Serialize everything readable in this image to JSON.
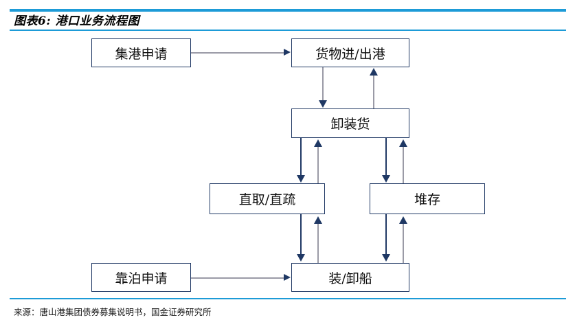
{
  "figure": {
    "title": "图表6: 港口业务流程图",
    "source": "来源：唐山港集团债券募集说明书，国金证券研究所",
    "rule_color": "#1d9bd7",
    "box_border_color": "#1F3864",
    "arrow_head_color": "#1F3864",
    "arrow_shaft_color": "#9a9aa6"
  },
  "chart_data": {
    "type": "diagram",
    "title": "港口业务流程图",
    "nodes": [
      {
        "id": "jgsq",
        "label": "集港申请"
      },
      {
        "id": "hwjcg",
        "label": "货物进/出港"
      },
      {
        "id": "xzh",
        "label": "卸装货"
      },
      {
        "id": "zqzs",
        "label": "直取/直疏"
      },
      {
        "id": "dc",
        "label": "堆存"
      },
      {
        "id": "kbsq",
        "label": "靠泊申请"
      },
      {
        "id": "zxc",
        "label": "装/卸船"
      }
    ],
    "edges": [
      {
        "from": "jgsq",
        "to": "hwjcg",
        "direction": "right"
      },
      {
        "from": "hwjcg",
        "to": "xzh",
        "direction": "down"
      },
      {
        "from": "xzh",
        "to": "hwjcg",
        "direction": "up"
      },
      {
        "from": "xzh",
        "to": "zqzs",
        "direction": "down"
      },
      {
        "from": "zqzs",
        "to": "xzh",
        "direction": "up"
      },
      {
        "from": "xzh",
        "to": "dc",
        "direction": "down"
      },
      {
        "from": "dc",
        "to": "xzh",
        "direction": "up"
      },
      {
        "from": "zqzs",
        "to": "zxc",
        "direction": "down"
      },
      {
        "from": "zxc",
        "to": "zqzs",
        "direction": "up"
      },
      {
        "from": "dc",
        "to": "zxc",
        "direction": "down"
      },
      {
        "from": "zxc",
        "to": "dc",
        "direction": "up"
      },
      {
        "from": "kbsq",
        "to": "zxc",
        "direction": "right"
      }
    ]
  }
}
